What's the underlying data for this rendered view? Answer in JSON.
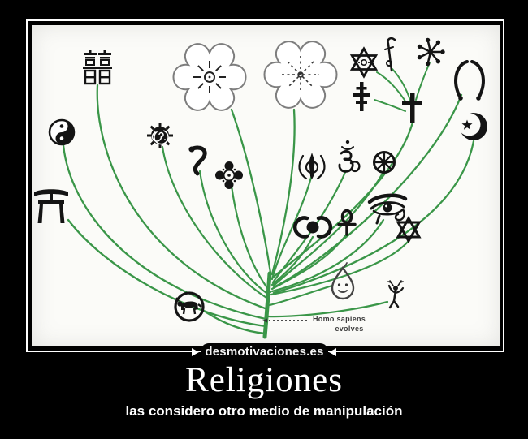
{
  "watermark": {
    "label": "desmotivaciones.es"
  },
  "title": "Religiones",
  "caption": "las considero otro medio de manipulación",
  "diagram": {
    "annotation": {
      "line1": "Homo sapiens",
      "line2": "evolves"
    },
    "colors": {
      "branch": "#3a9648",
      "symbol": "#141414",
      "cloud_outline": "#7d7d7d",
      "background": "#fbfbf8",
      "poster_background": "#000000",
      "text": "#ffffff"
    },
    "symbols": [
      "double-happiness-icon",
      "yin-yang-icon",
      "torii-gate-icon",
      "flower-cloud-1-icon",
      "flower-cloud-2-icon",
      "spiral-sun-icon",
      "curl-symbol-icon",
      "petal-cross-icon",
      "messianic-star-icon",
      "crook-staff-icon",
      "sun-wheel-icon",
      "patriarchal-cross-icon",
      "latin-cross-icon",
      "horns-icon",
      "star-and-crescent-icon",
      "khanda-icon",
      "om-icon",
      "dharma-wheel-icon",
      "triple-goddess-icon",
      "ankh-icon",
      "eye-of-horus-icon",
      "star-of-david-icon",
      "spirit-droplet-icon",
      "shaman-figure-icon",
      "cave-animal-icon"
    ]
  }
}
